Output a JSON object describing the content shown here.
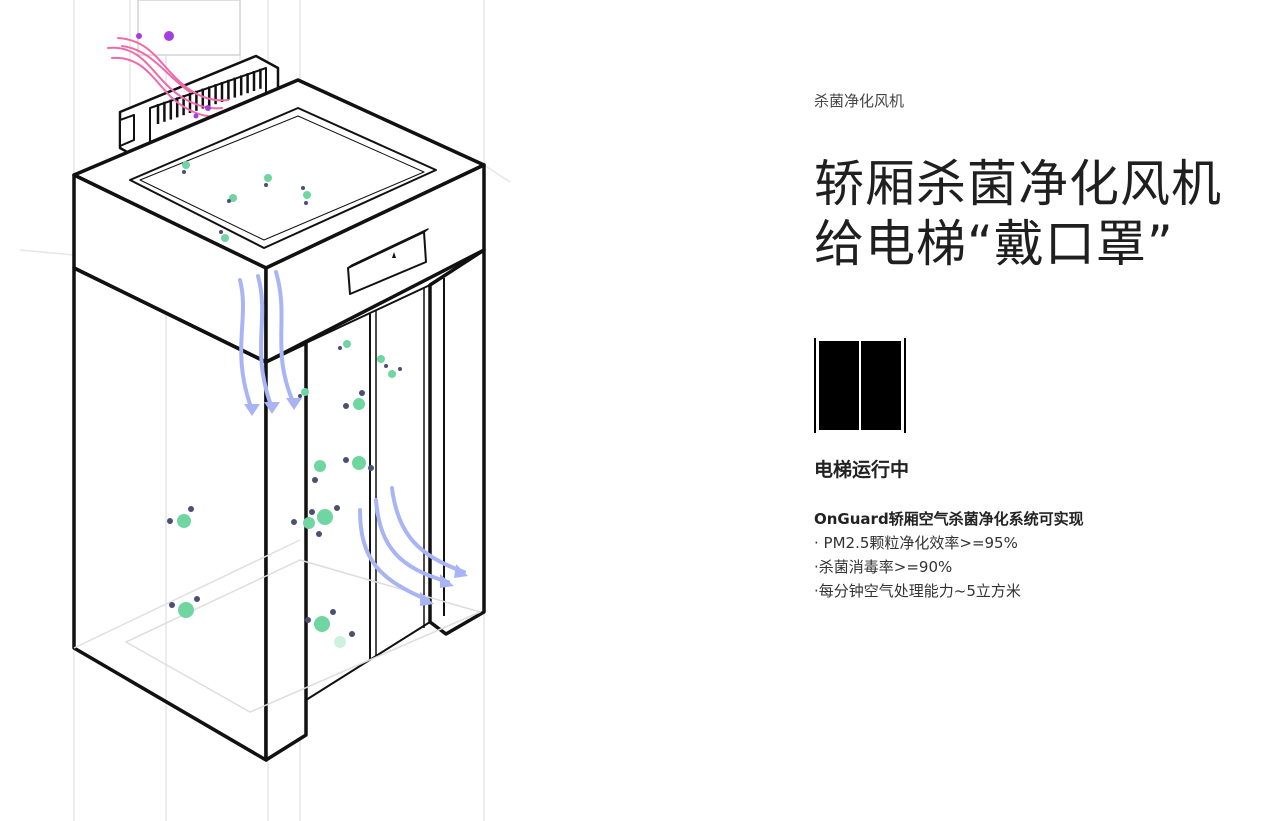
{
  "illustration": {
    "subject": "elevator-car-with-sterilizing-fan",
    "colors": {
      "outline": "#111111",
      "airflow": "#a9b4f5",
      "incoming_air": "#f06aa9",
      "virus": "#a33ee0",
      "particle_clean": "#6fd6a2",
      "particle_dirty": "#4b4f78"
    }
  },
  "panel": {
    "eyebrow": "杀菌净化风机",
    "headline_line1": "轿厢杀菌净化风机",
    "headline_line2": "给电梯“戴口罩”",
    "door_icon": "elevator-doors-closed-icon",
    "status": "电梯运行中",
    "features_lead": "OnGuard轿厢空气杀菌净化系统可实现",
    "features": [
      "· PM2.5颗粒净化效率>=95%",
      "·杀菌消毒率>=90%",
      "·每分钟空气处理能力~5立方米"
    ]
  }
}
